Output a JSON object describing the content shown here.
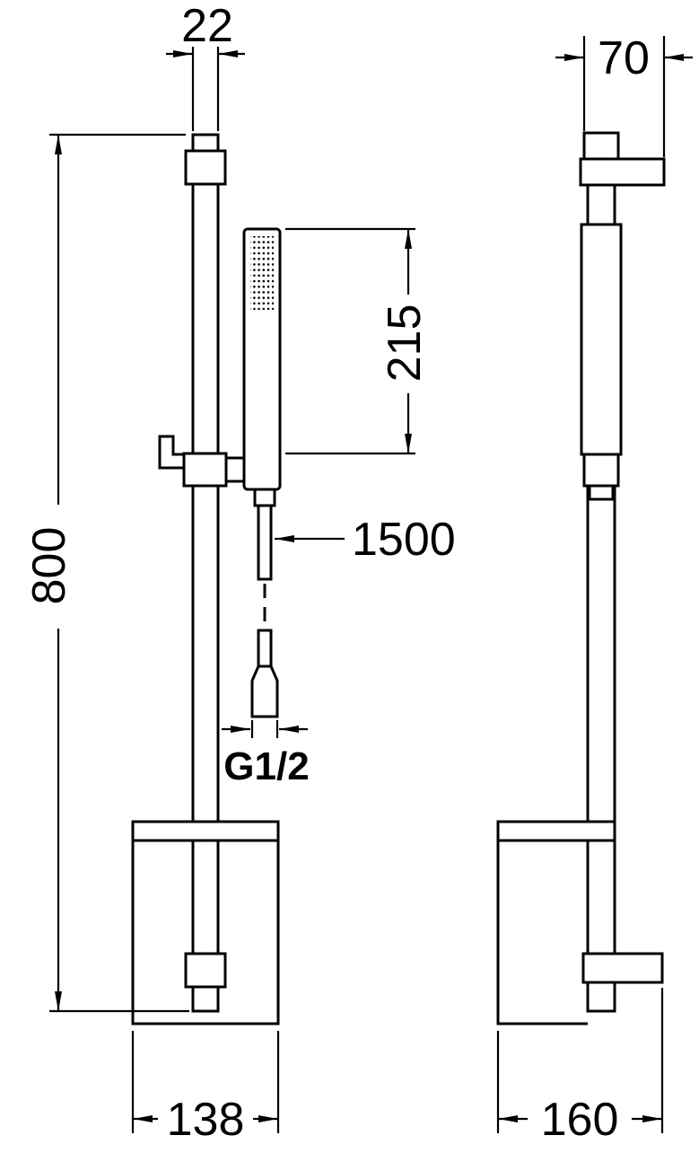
{
  "diagram": {
    "type": "technical-drawing",
    "subject": "shower slider rail set with hand shower, front and side views",
    "colors": {
      "line": "#000000",
      "background": "#ffffff"
    },
    "dimensions": {
      "rail_diameter": "22",
      "rail_height": "800",
      "hand_shower_length": "215",
      "hose_length": "1500",
      "thread_size": "G1/2",
      "front_width": "138",
      "bracket_depth": "70",
      "side_depth": "160"
    }
  }
}
